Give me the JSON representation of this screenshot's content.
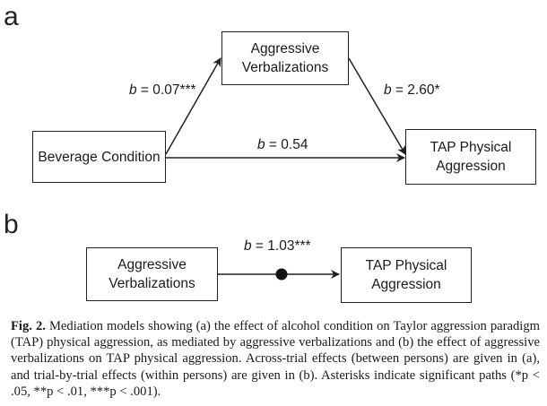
{
  "panel_a": {
    "letter": "a",
    "nodes": {
      "mediator": "Aggressive\nVerbalizations",
      "predictor": "Beverage Condition",
      "outcome": "TAP Physical\nAggression"
    },
    "paths": {
      "a_path": {
        "coef_symbol": "b",
        "equals": " = ",
        "value": "0.07***"
      },
      "b_path": {
        "coef_symbol": "b",
        "equals": " = ",
        "value": "2.60*"
      },
      "c_prime_path": {
        "coef_symbol": "b",
        "equals": " = ",
        "value": "0.54"
      }
    }
  },
  "panel_b": {
    "letter": "b",
    "nodes": {
      "predictor": "Aggressive\nVerbalizations",
      "outcome": "TAP Physical\nAggression"
    },
    "paths": {
      "direct_path": {
        "coef_symbol": "b",
        "equals": " = ",
        "value": "1.03***"
      }
    }
  },
  "caption": {
    "label": "Fig. 2.",
    "text": " Mediation models showing (a) the effect of alcohol condition on Taylor aggression paradigm (TAP) physical aggression, as mediated by aggressive verbalizations and (b) the effect of aggressive verbalizations on TAP physical aggression. Across-trial effects (between persons) are given in (a), and trial-by-trial effects (within persons) are given in (b). Asterisks indicate significant paths (*p < .05, **p < .01, ***p < .001)."
  },
  "colors": {
    "line": "#222222",
    "text": "#1a1a1a"
  }
}
